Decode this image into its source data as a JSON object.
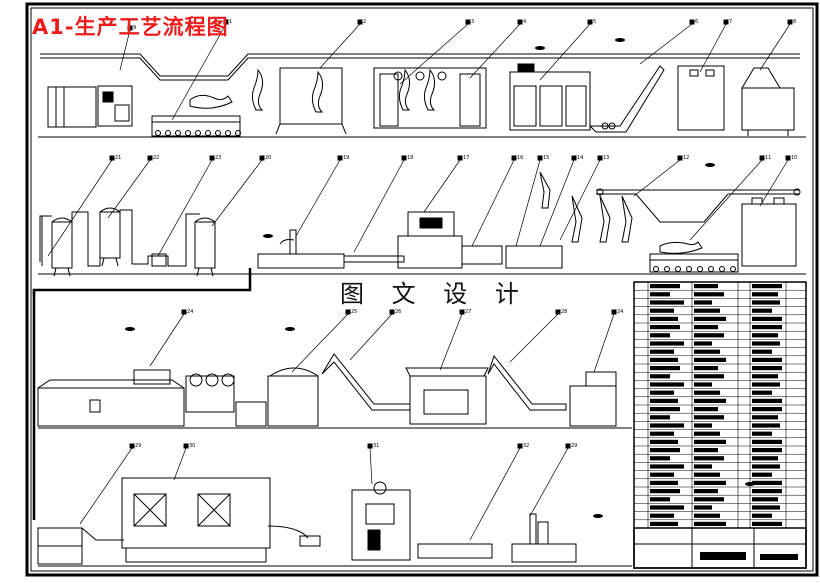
{
  "drawing": {
    "title": "A1-生产工艺流程图",
    "watermark": "图 文 设 计"
  },
  "callouts": {
    "row1": [
      "1",
      "2",
      "3",
      "4",
      "5",
      "6",
      "7",
      "8",
      "9"
    ],
    "row2": [
      "21",
      "22",
      "23",
      "20",
      "19",
      "18",
      "17",
      "16",
      "15",
      "14",
      "13",
      "12",
      "11",
      "10"
    ],
    "row3": [
      "24",
      "25",
      "26",
      "27",
      "28"
    ],
    "row4": [
      "29",
      "30",
      "31",
      "32"
    ]
  },
  "parts_list": {
    "rows": 30,
    "columns": 5
  }
}
